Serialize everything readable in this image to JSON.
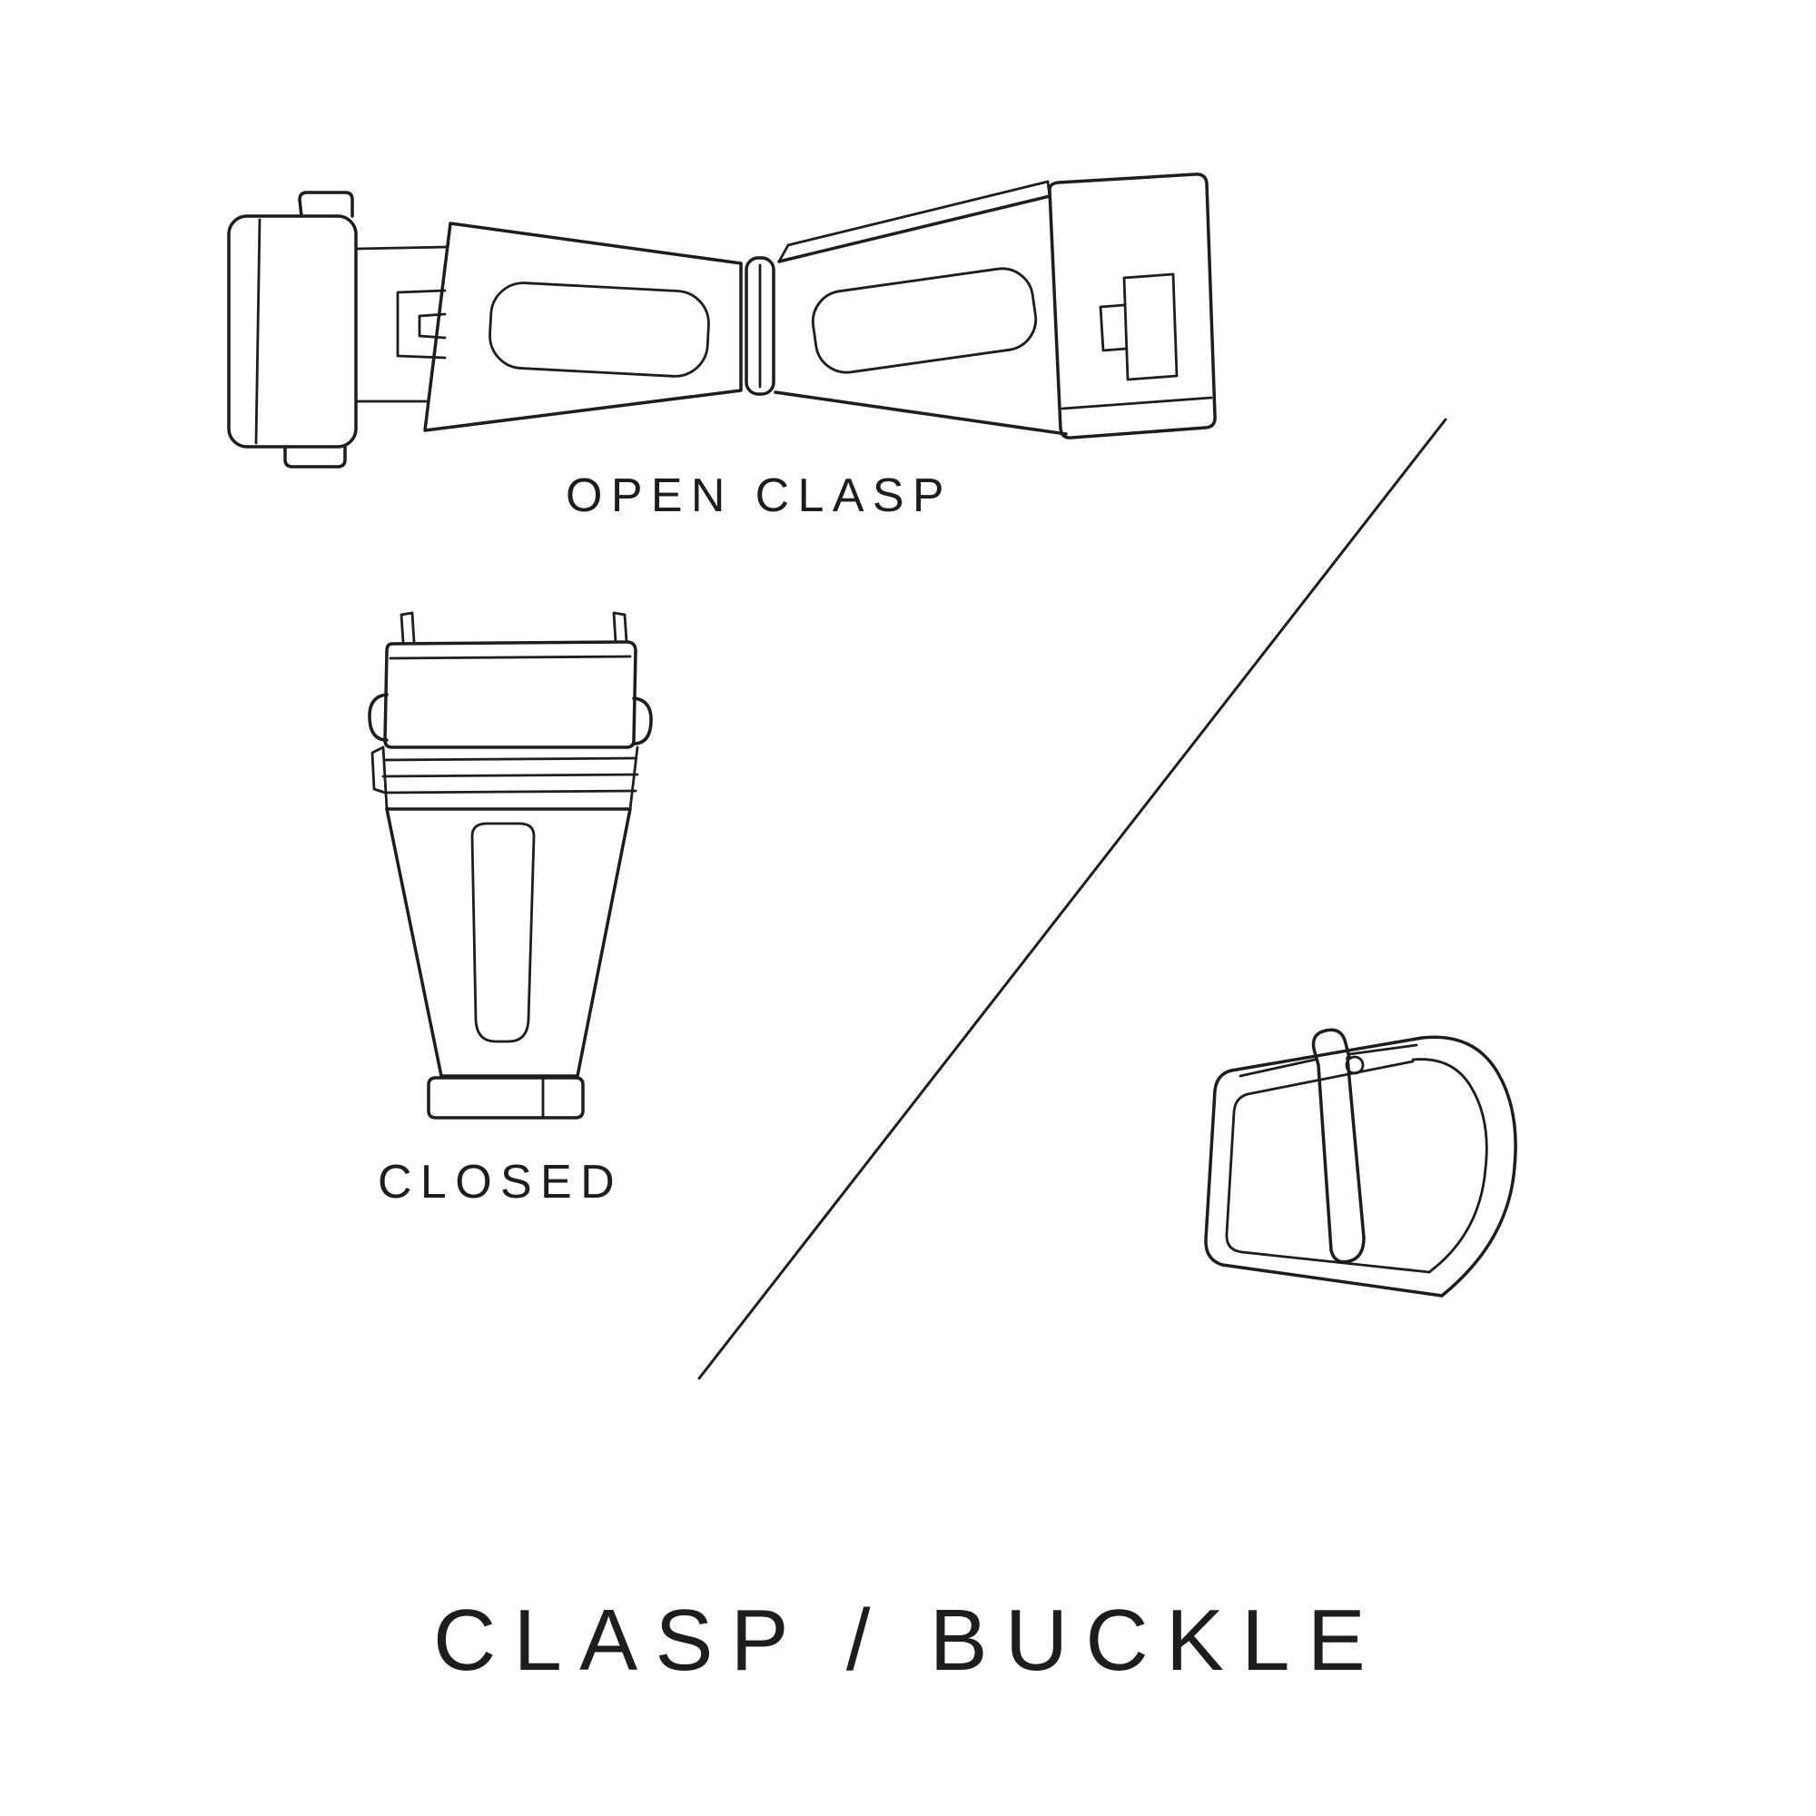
{
  "page": {
    "background": "#ffffff",
    "ink_color": "#1d1d1d"
  },
  "labels": {
    "open_clasp": "OPEN CLASP",
    "closed": "CLOSED",
    "title": "CLASP / BUCKLE"
  },
  "illustrations": [
    {
      "name": "open-clasp",
      "caption": "OPEN CLASP"
    },
    {
      "name": "closed-clasp",
      "caption": "CLOSED"
    },
    {
      "name": "tang-buckle",
      "caption": ""
    }
  ]
}
